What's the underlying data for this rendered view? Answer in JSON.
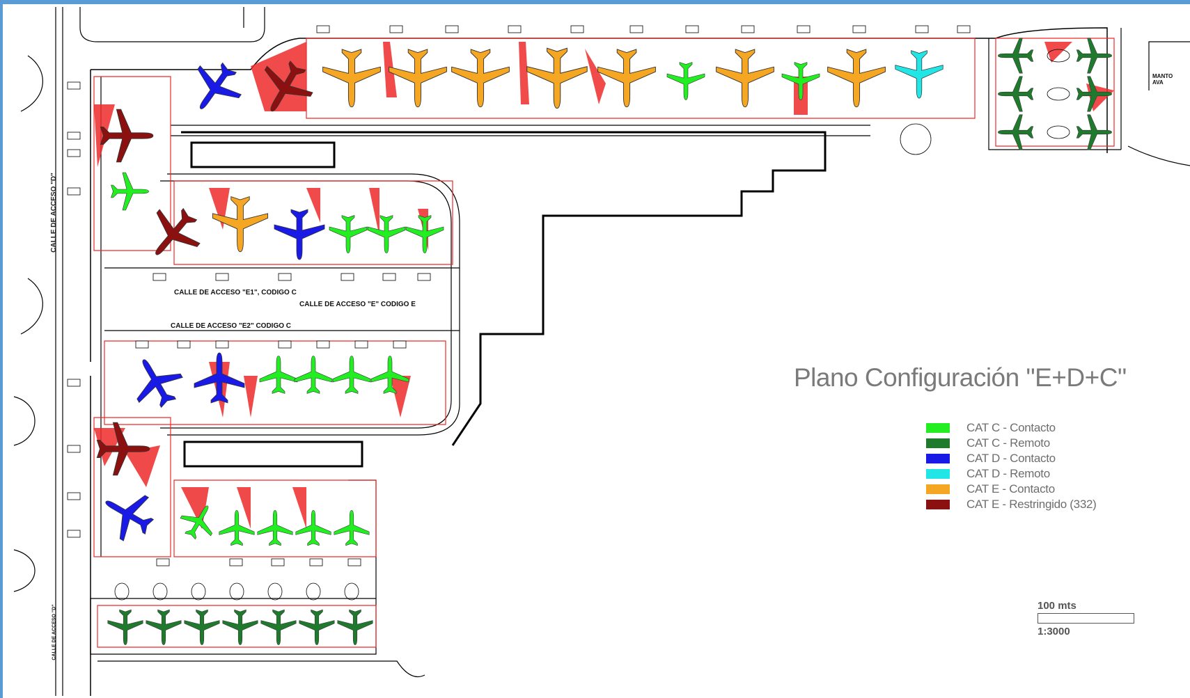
{
  "title": "Plano Configuración \"E+D+C\"",
  "legend": [
    {
      "label": "CAT C - Contacto",
      "color": "#22ee22"
    },
    {
      "label": "CAT C - Remoto",
      "color": "#1f7a2e"
    },
    {
      "label": "CAT D - Contacto",
      "color": "#1a1ae6"
    },
    {
      "label": "CAT D - Remoto",
      "color": "#22e6e6"
    },
    {
      "label": "CAT E - Contacto",
      "color": "#f5a623"
    },
    {
      "label": "CAT E - Restringido (332)",
      "color": "#8b1010"
    }
  ],
  "scale": {
    "distance": "100 mts",
    "ratio": "1:3000"
  },
  "road_labels": {
    "e1": "CALLE DE ACCESO \"E1\", CODIGO C",
    "e": "CALLE DE ACCESO \"E\" CODIGO E",
    "e2": "CALLE DE ACCESO \"E2\" CODIGO C",
    "side": "CALLE DE ACCESO \"D\"",
    "side2": "CALLE DE ACCESO \"D\""
  },
  "corner_label": "MANTO AVA",
  "colors": {
    "red_zone": "#ee2a2a",
    "line": "#000000",
    "accent": "#5b9bd5"
  }
}
